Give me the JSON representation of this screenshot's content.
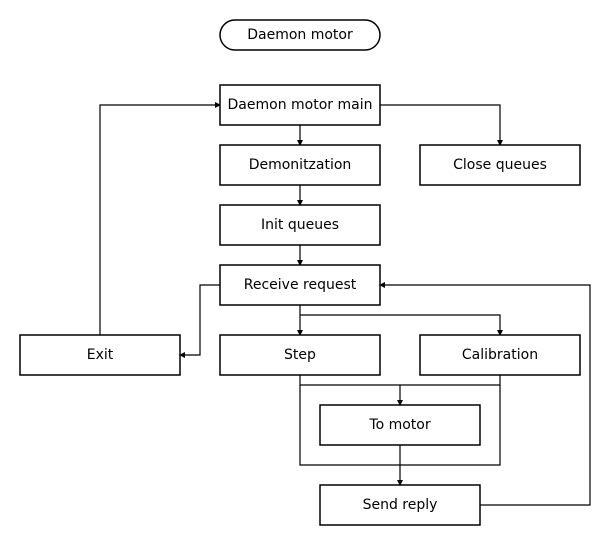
{
  "diagram": {
    "nodes": {
      "start": "Daemon motor",
      "main": "Daemon motor main",
      "demon": "Demonitzation",
      "close": "Close queues",
      "init": "Init queues",
      "receive": "Receive request",
      "exit": "Exit",
      "step": "Step",
      "calib": "Calibration",
      "tomotor": "To motor",
      "send": "Send reply"
    },
    "edges": [
      {
        "from": "main",
        "to": "demon"
      },
      {
        "from": "main",
        "to": "close"
      },
      {
        "from": "demon",
        "to": "init"
      },
      {
        "from": "init",
        "to": "receive"
      },
      {
        "from": "receive",
        "to": "step"
      },
      {
        "from": "receive",
        "to": "calib"
      },
      {
        "from": "receive",
        "to": "exit"
      },
      {
        "from": "exit",
        "to": "main"
      },
      {
        "from": "step",
        "to": "tomotor"
      },
      {
        "from": "calib",
        "to": "tomotor"
      },
      {
        "from": "tomotor",
        "to": "send"
      },
      {
        "from": "send",
        "to": "receive"
      }
    ]
  },
  "colors": {
    "stroke": "#000000",
    "fill": "#ffffff",
    "text": "#000000"
  }
}
